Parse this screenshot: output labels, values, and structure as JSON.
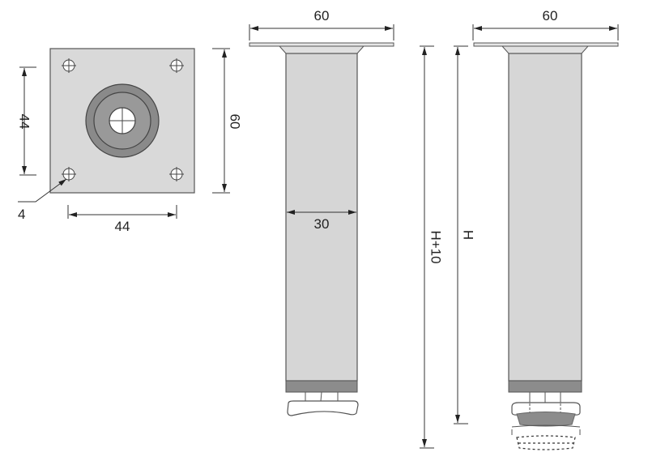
{
  "colors": {
    "background": "#ffffff",
    "plate_fill": "#d9d9d9",
    "tube_fill": "#d6d6d6",
    "dark_band": "#8c8c8c",
    "ring_fill": "#8a8a8a",
    "line": "#444444"
  },
  "top_view": {
    "hole_spacing_vertical": "44",
    "hole_spacing_horizontal": "44",
    "plate_size": "60",
    "hole_diameter": "4"
  },
  "side_view_left": {
    "plate_width": "60",
    "tube_width": "30",
    "overall_height": "H+10"
  },
  "side_view_right": {
    "plate_width": "60",
    "height": "H"
  }
}
